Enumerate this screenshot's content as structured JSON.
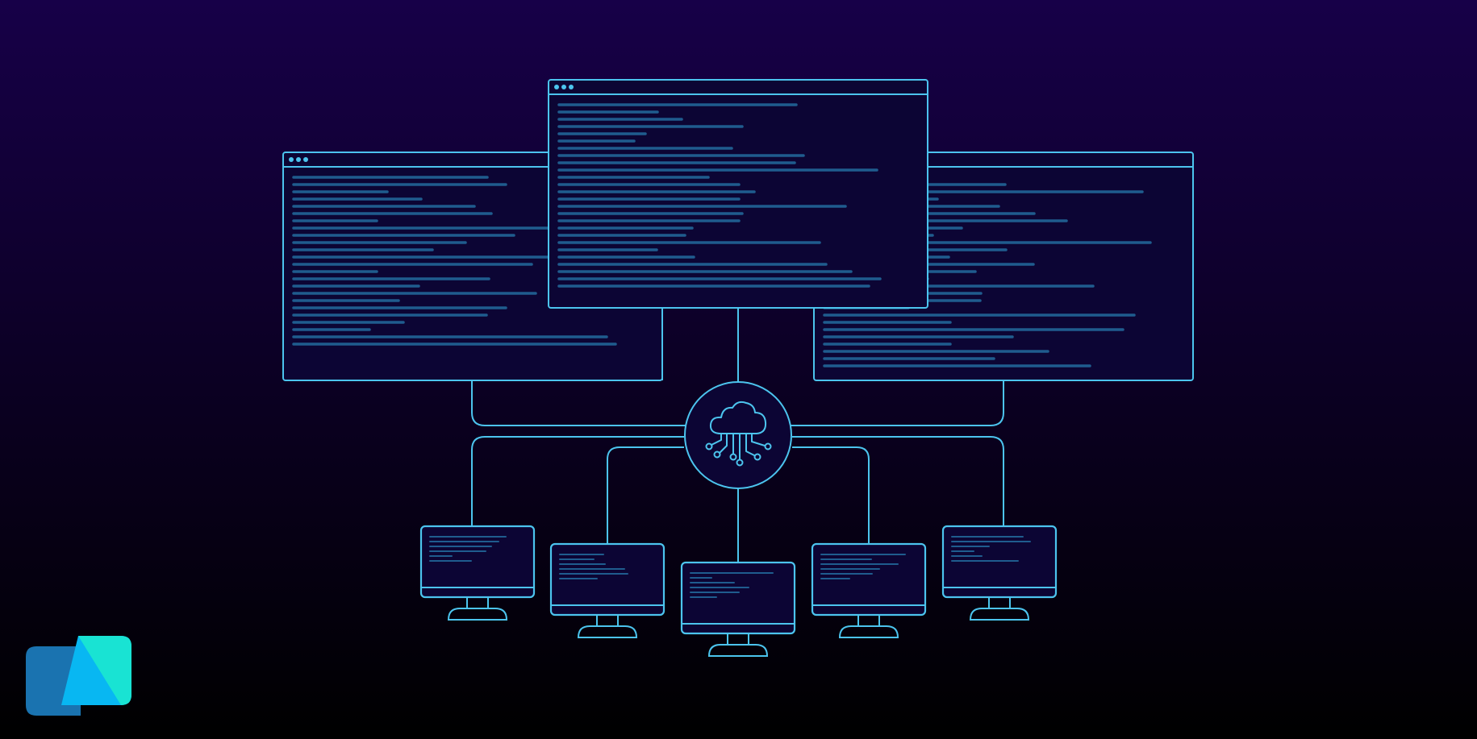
{
  "colors": {
    "background_top": "#170048",
    "background_bottom": "#000000",
    "line": "#4cc4ee",
    "code_line": "#1f5c8e",
    "window_fill": "#0c0534",
    "logo_dark": "#1a73b0",
    "logo_cyan": "#19e3d3",
    "logo_blue": "#08b7f2"
  },
  "icons": {
    "hub": "cloud-network-icon",
    "window_controls": "window-dots-icon",
    "monitor": "monitor-icon",
    "logo": "brand-logo-icon"
  },
  "diagram": {
    "hub": {
      "label": ""
    },
    "windows": [
      {
        "id": "left-window",
        "code_lines": 24
      },
      {
        "id": "center-window",
        "code_lines": 26
      },
      {
        "id": "right-window",
        "code_lines": 27
      }
    ],
    "clients": [
      {
        "id": "monitor-1",
        "code_lines": 6
      },
      {
        "id": "monitor-2",
        "code_lines": 6
      },
      {
        "id": "monitor-3",
        "code_lines": 6
      },
      {
        "id": "monitor-4",
        "code_lines": 6
      },
      {
        "id": "monitor-5",
        "code_lines": 6
      }
    ]
  }
}
